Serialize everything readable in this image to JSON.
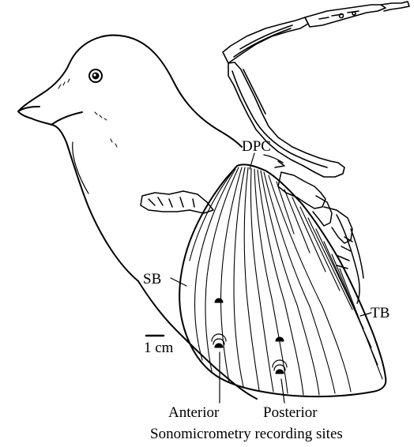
{
  "figure": {
    "labels": {
      "dpc": "DPC",
      "sb": "SB",
      "tb": "TB",
      "scale_bar": "1 cm",
      "anterior": "Anterior",
      "posterior": "Posterior",
      "caption": "Sonomicrometry recording sites"
    }
  },
  "colors": {
    "ink": "#000000",
    "background": "#ffffff"
  }
}
